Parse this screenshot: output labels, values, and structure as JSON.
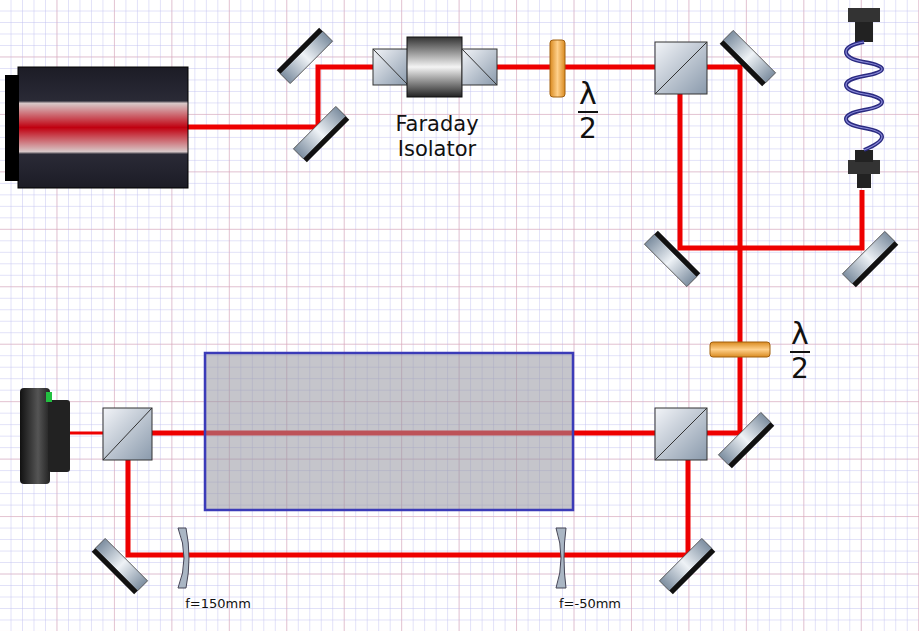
{
  "diagram": {
    "labels": [
      "Faraday Isolator",
      "λ",
      "2",
      "λ",
      "2",
      "f=150mm",
      "f=-50mm"
    ]
  }
}
